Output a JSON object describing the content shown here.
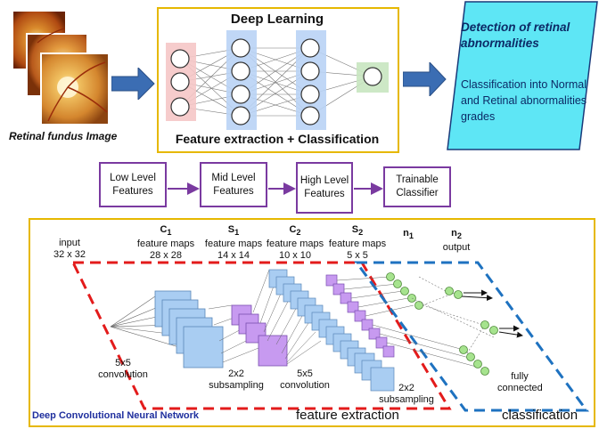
{
  "retina": {
    "caption": "Retinal fundus Image"
  },
  "deep_learning": {
    "title": "Deep Learning",
    "subtitle": "Feature extraction + Classification"
  },
  "detection": {
    "title": "Detection of retinal abnormalities",
    "body": "Classification into Normal and Retinal abnormalities grades"
  },
  "pipeline": {
    "stages": [
      {
        "label": "Low Level Features"
      },
      {
        "label": "Mid Level Features"
      },
      {
        "label": "High Level Features"
      },
      {
        "label": "Trainable Classifier"
      }
    ]
  },
  "cnn": {
    "input_label": "input",
    "input_size": "32 x 32",
    "c1_symbol": "C",
    "c1_sub": "1",
    "c1_label": "feature maps",
    "c1_size": "28 x 28",
    "s1_symbol": "S",
    "s1_sub": "1",
    "s1_label": "feature maps",
    "s1_size": "14 x 14",
    "c2_symbol": "C",
    "c2_sub": "2",
    "c2_label": "feature maps",
    "c2_size": "10 x 10",
    "s2_symbol": "S",
    "s2_sub": "2",
    "s2_label": "feature maps",
    "s2_size": "5 x 5",
    "n1_symbol": "n",
    "n1_sub": "1",
    "n2_symbol": "n",
    "n2_sub": "2",
    "n2_label": "output",
    "conv1_label": "5x5 convolution",
    "sub1_label": "2x2 subsampling",
    "conv2_label": "5x5 convolution",
    "sub2_label": "2x2 subsampling",
    "fc_label": "fully connected",
    "footer": "Deep Convolutional Neural Network",
    "feature_extraction": "feature extraction",
    "classification": "classification"
  },
  "colors": {
    "gold_border": "#e6b800",
    "purple_border": "#7a3aa0",
    "arrow_blue": "#3b6db3",
    "cyan_panel": "#5ee6f5",
    "red_dash": "#e31b1b",
    "blue_dash": "#1e72c0",
    "map_blue": "#a9cdf2",
    "map_purple": "#c79af0",
    "node_green": "#a6e38e"
  }
}
